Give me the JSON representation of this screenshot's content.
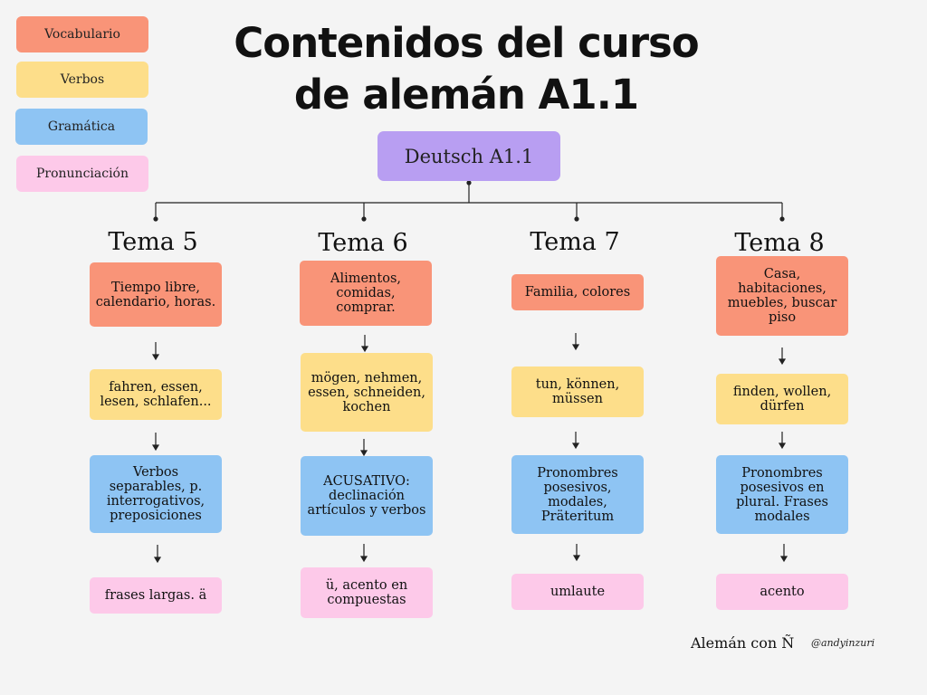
{
  "legend": [
    {
      "label": "Vocabulario",
      "color": "#f99478"
    },
    {
      "label": "Verbos",
      "color": "#fdde8a"
    },
    {
      "label": "Gramática",
      "color": "#8ec4f3"
    },
    {
      "label": "Pronunciación",
      "color": "#fdc9e9"
    }
  ],
  "title_line1": "Contenidos del curso",
  "title_line2": "de alemán A1.1",
  "root": {
    "label": "Deutsch A1.1",
    "color": "#b89ef2"
  },
  "temas": [
    {
      "name": "Tema 5",
      "vocabulario": "Tiempo libre, calendario, horas.",
      "verbos": "fahren, essen, lesen, schlafen...",
      "gramatica": "Verbos separables, p. interrogativos, preposiciones",
      "pronunciacion": "frases largas. ä"
    },
    {
      "name": "Tema 6",
      "vocabulario": "Alimentos, comidas, comprar.",
      "verbos": "mögen, nehmen, essen, schneiden, kochen",
      "gramatica": "ACUSATIVO: declinación artículos y verbos",
      "pronunciacion": "ü, acento en compuestas"
    },
    {
      "name": "Tema 7",
      "vocabulario": "Familia, colores",
      "verbos": "tun, können, müssen",
      "gramatica": "Pronombres posesivos, modales, Präteritum",
      "pronunciacion": "umlaute"
    },
    {
      "name": "Tema 8",
      "vocabulario": "Casa, habitaciones, muebles, buscar piso",
      "verbos": "finden, wollen, dürfen",
      "gramatica": "Pronombres posesivos en plural. Frases modales",
      "pronunciacion": "acento"
    }
  ],
  "footer": {
    "brand": "Alemán con Ñ",
    "handle": "@andyinzuri"
  }
}
